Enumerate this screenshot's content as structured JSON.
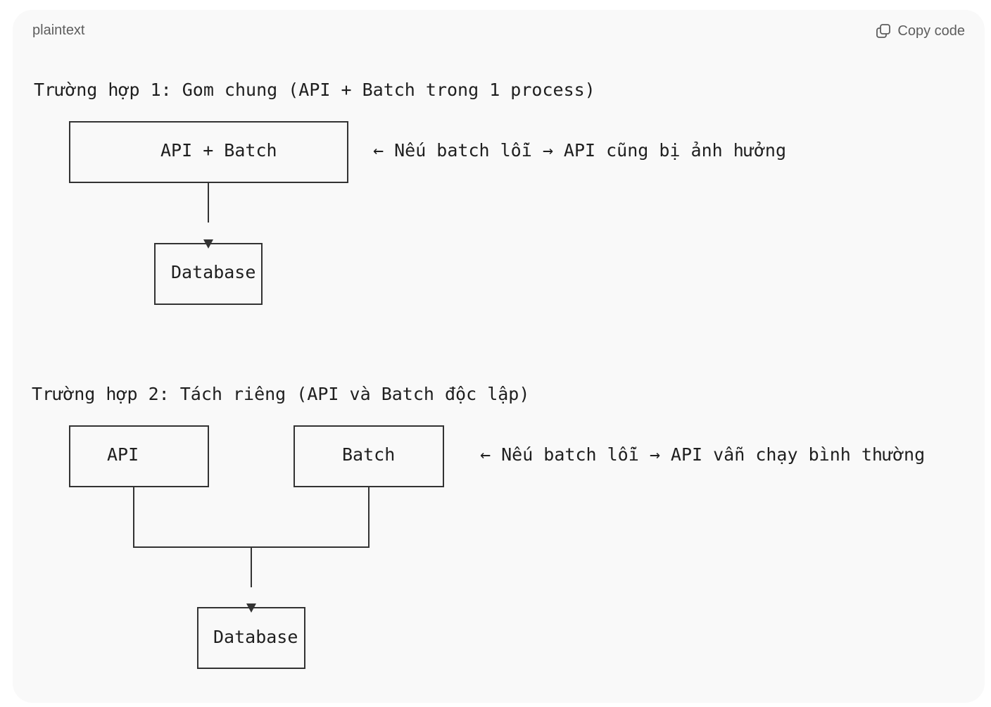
{
  "header": {
    "language": "plaintext",
    "copy_label": "Copy code",
    "copy_icon": "copy-icon"
  },
  "case1": {
    "title": "Trường hợp 1: Gom chung (API + Batch trong 1 process)",
    "box_label": "API + Batch",
    "note": "← Nếu batch lỗi → API cũng bị ảnh hưởng",
    "db_label": "Database"
  },
  "case2": {
    "title": "Trường hợp 2: Tách riêng (API và Batch độc lập)",
    "api_label": "API",
    "batch_label": "Batch",
    "note": "← Nếu batch lỗi → API vẫn chạy bình thường",
    "db_label": "Database"
  }
}
